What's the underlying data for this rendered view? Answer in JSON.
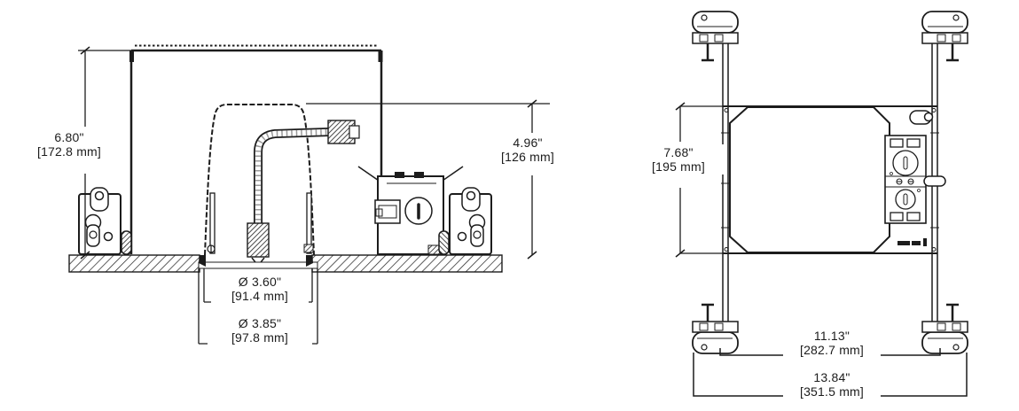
{
  "ink": "#1c1c1c",
  "side_view": {
    "housing_height": {
      "inches": "6.80\"",
      "metric": "[172.8 mm]"
    },
    "module_height": {
      "inches": "4.96\"",
      "metric": "[126 mm]"
    },
    "aperture_diameter": {
      "inches": "Ø 3.60\"",
      "metric": "[91.4 mm]"
    },
    "cutout_diameter": {
      "inches": "Ø 3.85\"",
      "metric": "[97.8 mm]"
    }
  },
  "plan_view": {
    "frame_depth": {
      "inches": "7.68\"",
      "metric": "[195 mm]"
    },
    "hanger_bar_inner_span": {
      "inches": "11.13\"",
      "metric": "[282.7 mm]"
    },
    "hanger_bar_outer_span": {
      "inches": "13.84\"",
      "metric": "[351.5 mm]"
    }
  }
}
